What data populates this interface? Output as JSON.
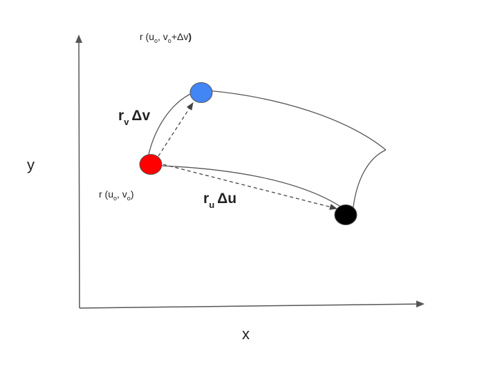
{
  "axes": {
    "x_label": "x",
    "y_label": "y"
  },
  "points": {
    "origin": {
      "label_main": "r (u",
      "label_sub1": "o",
      "label_mid": ", v",
      "label_sub2": "o",
      "label_end": ")",
      "color": "#ff0000"
    },
    "v_point": {
      "label_main": "r (u",
      "label_sub1": "o",
      "label_mid": ", v",
      "label_sub2": "o",
      "label_end1": "+Δv",
      "label_end2": ")",
      "color": "#4285f4"
    },
    "u_point": {
      "color": "#000000"
    }
  },
  "vectors": {
    "rv": {
      "r": "r",
      "sub": "v",
      "delta": "Δv"
    },
    "ru": {
      "r": "r",
      "sub": "u",
      "delta": "Δu"
    }
  },
  "colors": {
    "curve": "#555555",
    "axis": "#555555",
    "dashed": "#444444"
  }
}
